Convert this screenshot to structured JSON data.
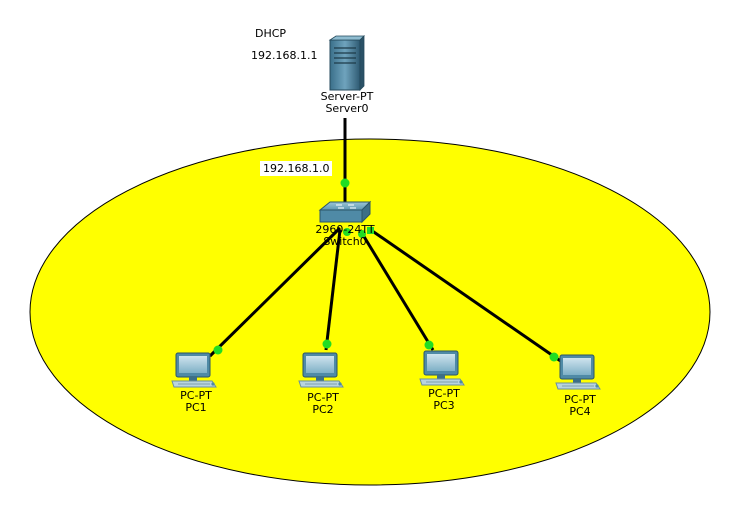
{
  "notes": {
    "dhcp": "DHCP",
    "server_ip": "192.168.1.1",
    "network": "192.168.1.0"
  },
  "colors": {
    "zone_fill": "#ffff00",
    "link": "#000000",
    "link_up": "#22dd22"
  },
  "devices": {
    "server": {
      "icon": "server-icon",
      "model": "Server-PT",
      "name": "Server0"
    },
    "switch": {
      "icon": "switch-icon",
      "model": "2960-24TT",
      "name": "Switch0"
    },
    "pc1": {
      "icon": "pc-icon",
      "model": "PC-PT",
      "name": "PC1"
    },
    "pc2": {
      "icon": "pc-icon",
      "model": "PC-PT",
      "name": "PC2"
    },
    "pc3": {
      "icon": "pc-icon",
      "model": "PC-PT",
      "name": "PC3"
    },
    "pc4": {
      "icon": "pc-icon",
      "model": "PC-PT",
      "name": "PC4"
    }
  }
}
